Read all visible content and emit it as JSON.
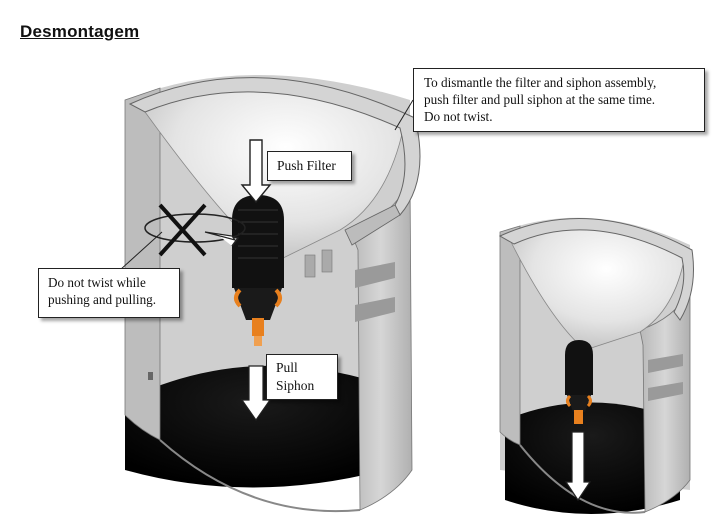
{
  "heading": "Desmontagem",
  "callouts": {
    "dismantle": {
      "line1": "To dismantle the filter and siphon assembly,",
      "line2": "push filter and pull siphon at the same time.",
      "line3": "Do not twist."
    },
    "twist_warning": {
      "line1": "Do not twist while",
      "line2": "pushing and pulling."
    }
  },
  "labels": {
    "push_filter": "Push Filter",
    "pull_siphon_line1": "Pull",
    "pull_siphon_line2": "Siphon"
  },
  "colors": {
    "tank_gray": "#c8c8c8",
    "filter_black": "#111111",
    "siphon_orange": "#e8801e"
  }
}
